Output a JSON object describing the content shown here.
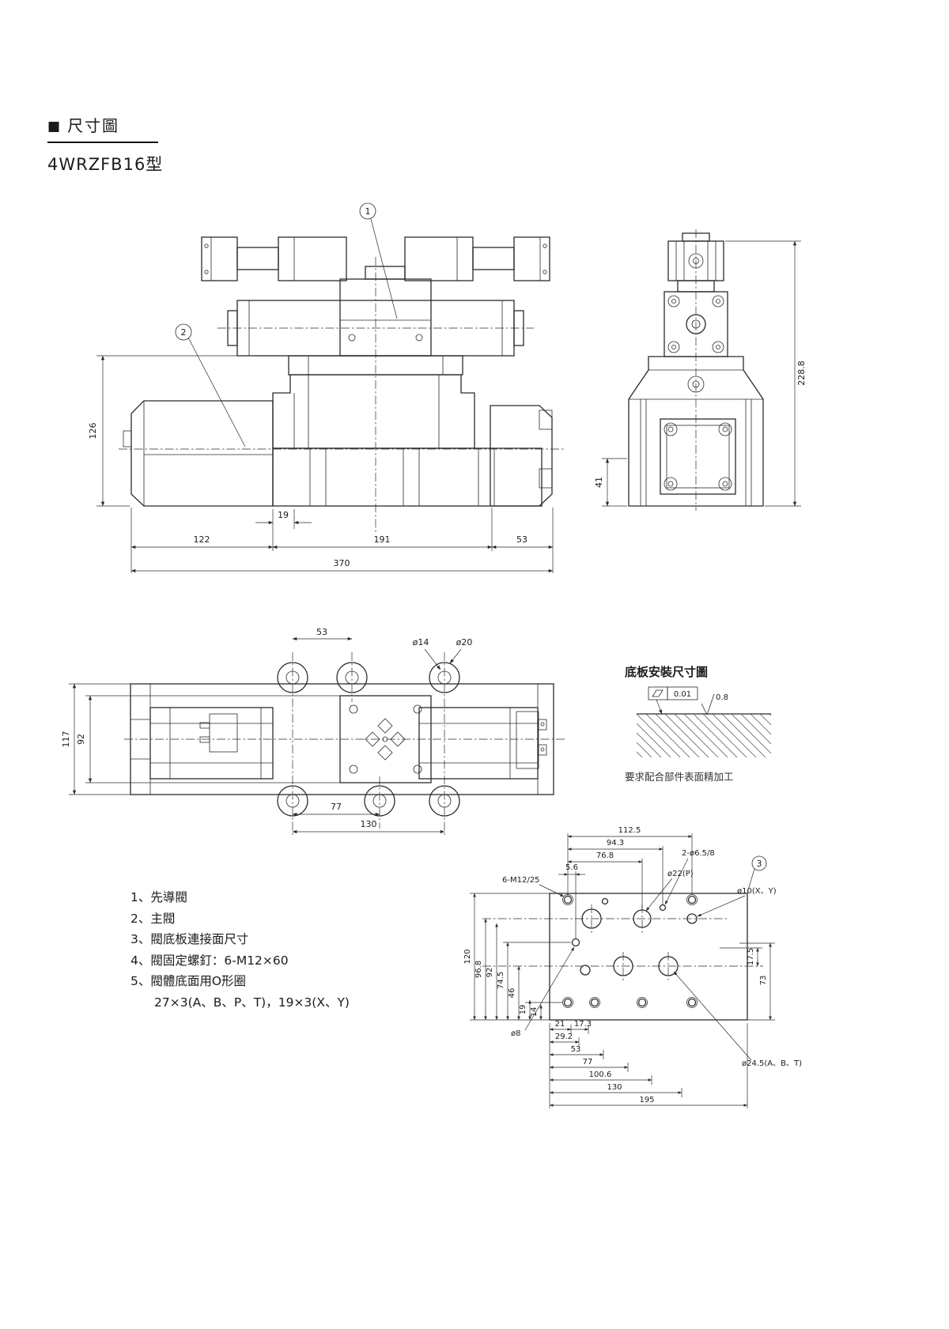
{
  "header": {
    "marker": "■",
    "title": "尺寸圖",
    "model": "4WRZFB16型"
  },
  "front_view": {
    "callout_pilot": "1",
    "callout_main": "2",
    "dims": {
      "h126": "126",
      "w19": "19",
      "w122": "122",
      "w191": "191",
      "w53": "53",
      "w370": "370"
    }
  },
  "side_view": {
    "dims": {
      "h228": "228.8",
      "h41": "41"
    }
  },
  "top_view": {
    "dims": {
      "w53": "53",
      "d14": "ø14",
      "d20": "ø20",
      "h117": "117",
      "h92": "92",
      "w77": "77",
      "w130": "130"
    }
  },
  "surface_note": {
    "title": "底板安裝尺寸圖",
    "flatness": "0.01",
    "roughness": "0.8",
    "caption": "要求配合部件表面精加工"
  },
  "plate_view": {
    "callout_plate": "3",
    "labels": {
      "m12": "6-M12/25",
      "d65": "2-ø6.5/8",
      "d22": "ø22(P)",
      "d10": "ø10(X、Y)",
      "d8": "ø8",
      "d245": "ø24.5(A、B、T)"
    },
    "top_dims": {
      "w112": "112.5",
      "w94": "94.3",
      "w76": "76.8",
      "w5": "5.6"
    },
    "left_dims": {
      "h120": "120",
      "h96": "96.8",
      "h92": "92",
      "h74": "74.5",
      "h46": "46",
      "h19": "19",
      "h14": "14"
    },
    "right_dims": {
      "h17": "17.5",
      "h73": "73"
    },
    "bottom_dims": {
      "w21": "21",
      "w17": "17.3",
      "w29": "29.2",
      "w53": "53",
      "w77": "77",
      "w100": "100.6",
      "w130": "130",
      "w195": "195"
    }
  },
  "notes": {
    "items": [
      "1、先導閥",
      "2、主閥",
      "3、閥底板連接面尺寸",
      "4、閥固定螺釘：6-M12×60",
      "5、閥體底面用O形圈"
    ],
    "sub": "27×3(A、B、P、T)，19×3(X、Y)"
  }
}
